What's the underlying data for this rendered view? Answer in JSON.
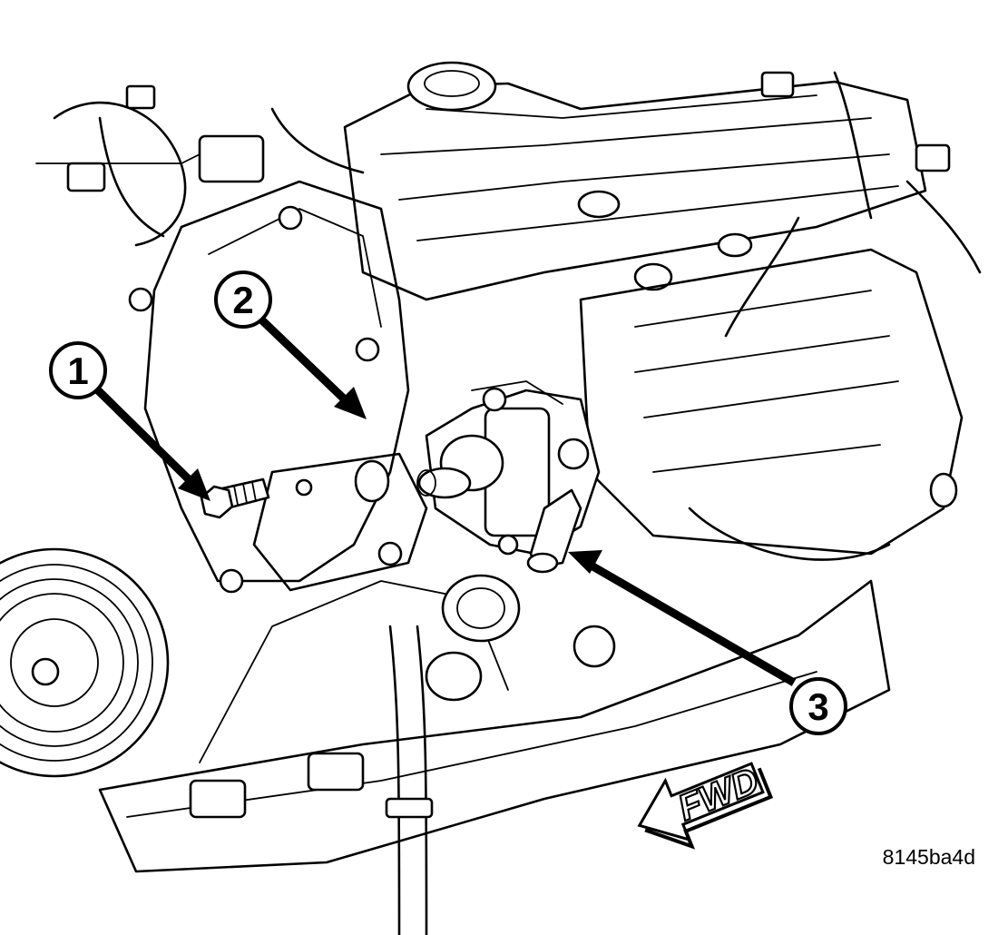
{
  "callouts": [
    {
      "label": "1"
    },
    {
      "label": "2"
    },
    {
      "label": "3"
    }
  ],
  "fwd_label": "FWD",
  "figure_id": "8145ba4d",
  "colors": {
    "ink": "#000000",
    "paper": "#ffffff"
  }
}
